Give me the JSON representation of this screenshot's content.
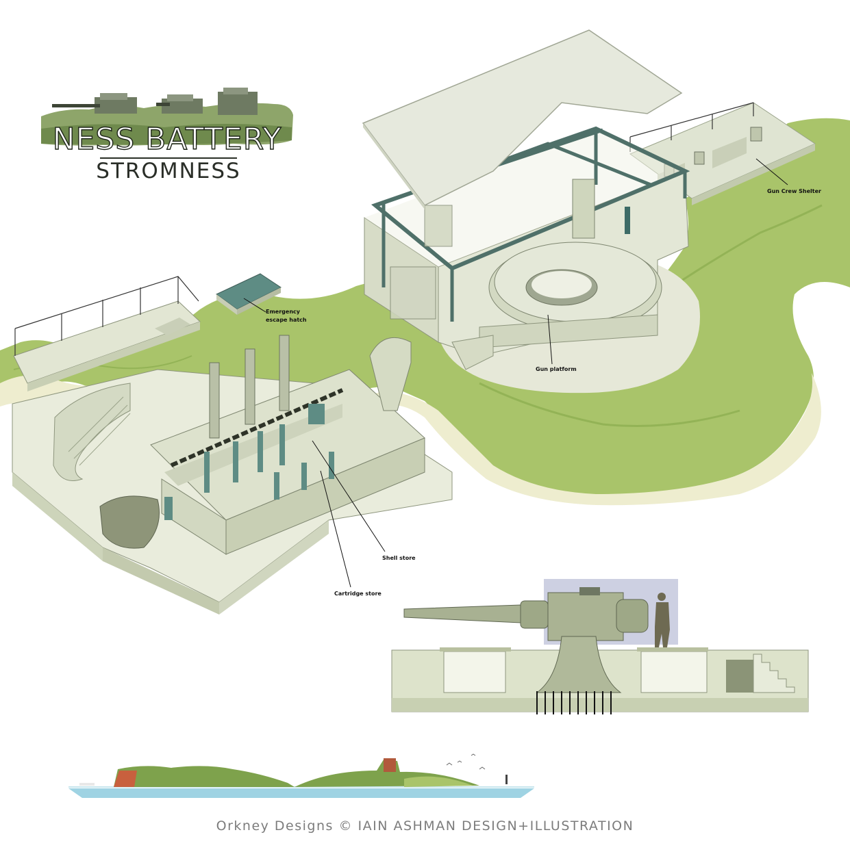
{
  "title": {
    "main": "NESS BATTERY",
    "sub": "STROMNESS"
  },
  "labels": {
    "gun_crew_shelter": "Gun Crew Shelter",
    "emergency_hatch_line1": "Emergency",
    "emergency_hatch_line2": "escape hatch",
    "gun_platform": "Gun platform",
    "shell_store": "Shell store",
    "cartridge_store": "Cartridge store"
  },
  "credit": "Orkney Designs © IAIN ASHMAN DESIGN+ILLUSTRATION",
  "colors": {
    "grass": "#a9c46a",
    "grass_dark": "#7fa044",
    "concrete": "#dfe4d2",
    "concrete_shade": "#c2caae",
    "steel_frame": "#4f7069",
    "sand": "#ece8c9",
    "sea": "#9fd3e3",
    "cliff": "#c8603e"
  }
}
